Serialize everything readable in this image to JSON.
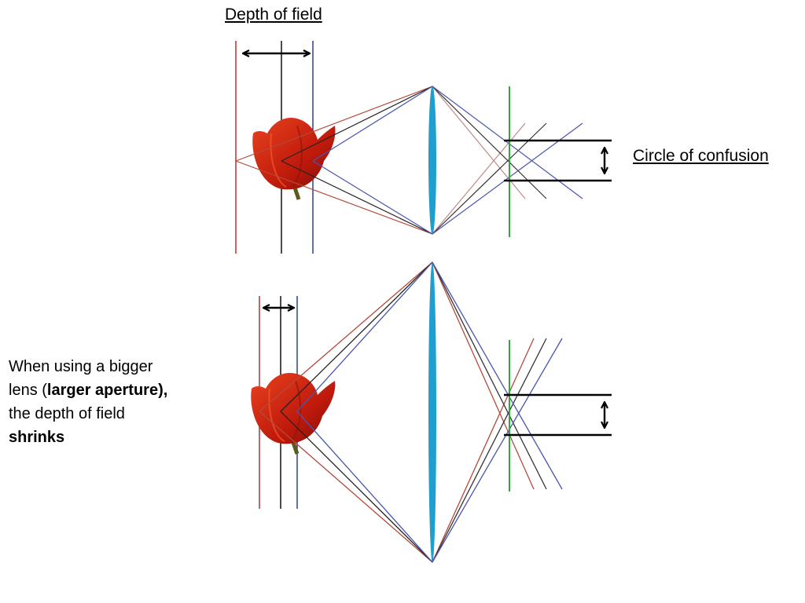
{
  "labels": {
    "depth_of_field": "Depth of field",
    "circle_of_confusion": "Circle of confusion"
  },
  "caption": {
    "line1": "When using a bigger",
    "line2_prefix": "lens (",
    "line2_bold": "larger aperture),",
    "line3": "the depth of field",
    "line4_bold": "shrinks"
  },
  "colors": {
    "near_plane": "#b22222",
    "focus_plane": "#000000",
    "far_plane": "#1f2f9a",
    "lens": "#1f9fd0",
    "sensor": "#2eaa3a",
    "flower": "#c8220f"
  }
}
